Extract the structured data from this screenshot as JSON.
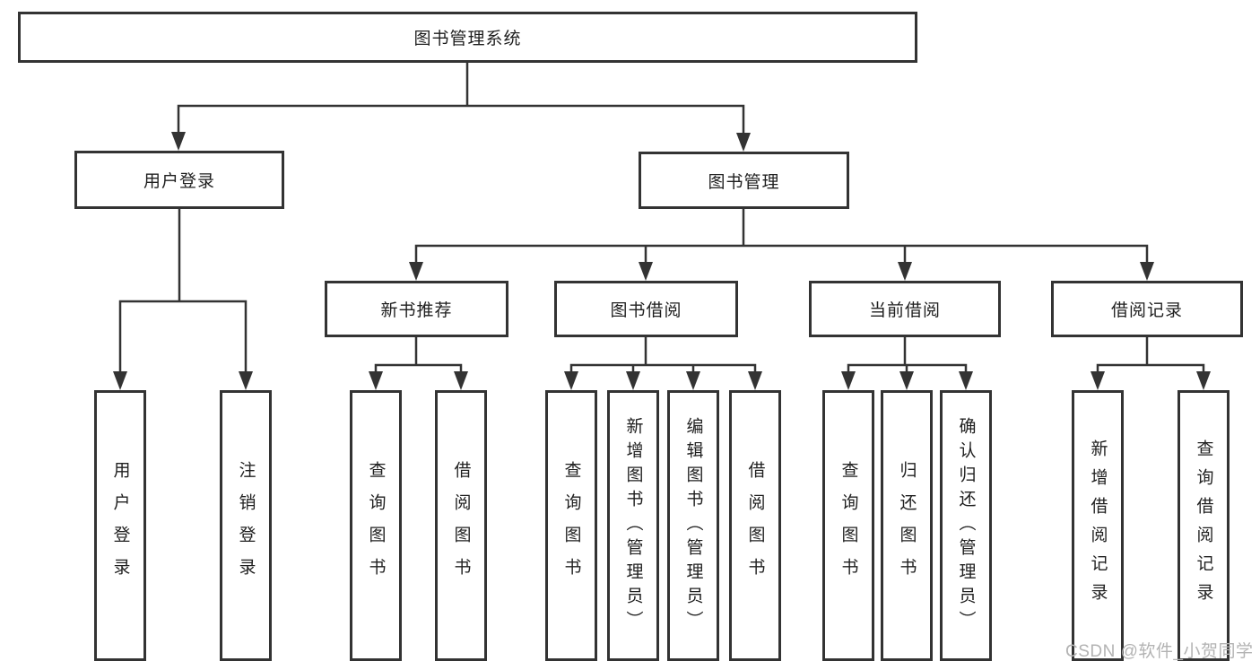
{
  "tree": {
    "label": "图书管理系统",
    "children": [
      {
        "label": "用户登录",
        "children": [
          {
            "label": "用户登录"
          },
          {
            "label": "注销登录"
          }
        ]
      },
      {
        "label": "图书管理",
        "children": [
          {
            "label": "新书推荐",
            "children": [
              {
                "label": "查询图书"
              },
              {
                "label": "借阅图书"
              }
            ]
          },
          {
            "label": "图书借阅",
            "children": [
              {
                "label": "查询图书"
              },
              {
                "label": "新增图书（管理员）"
              },
              {
                "label": "编辑图书（管理员）"
              },
              {
                "label": "借阅图书"
              }
            ]
          },
          {
            "label": "当前借阅",
            "children": [
              {
                "label": "查询图书"
              },
              {
                "label": "归还图书"
              },
              {
                "label": "确认归还（管理员）"
              }
            ]
          },
          {
            "label": "借阅记录",
            "children": [
              {
                "label": "新增借阅记录"
              },
              {
                "label": "查询借阅记录"
              }
            ]
          }
        ]
      }
    ]
  },
  "watermark": "CSDN @软件_小贺同学",
  "colors": {
    "line": "#333333",
    "text": "#1f1f1f",
    "watermark": "#b3b3b3",
    "background": "#ffffff"
  }
}
